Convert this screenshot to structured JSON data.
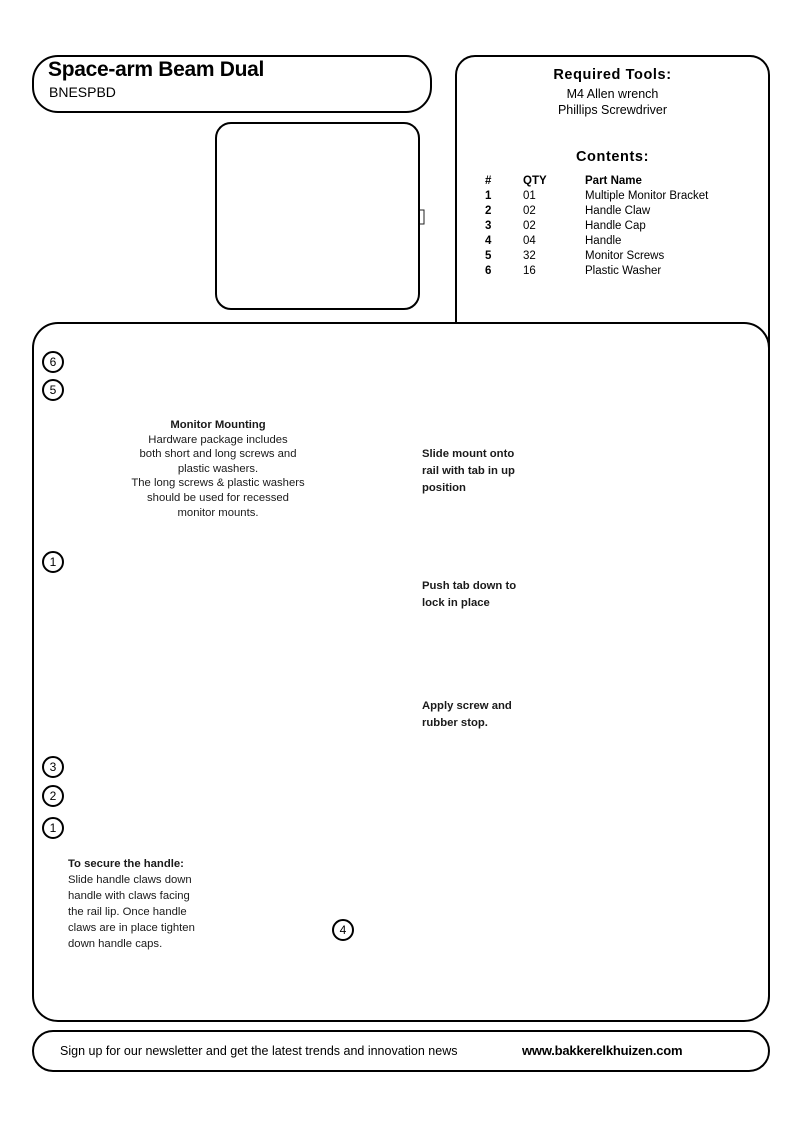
{
  "document": {
    "title": "Space-arm Beam Dual",
    "model_code": "BNESPBD"
  },
  "tools": {
    "heading": "Required Tools:",
    "items": [
      "M4 Allen wrench",
      "Phillips Screwdriver"
    ]
  },
  "contents": {
    "heading": "Contents:",
    "columns": [
      "#",
      "QTY",
      "Part Name"
    ],
    "rows": [
      {
        "num": "1",
        "qty": "01",
        "name": "Multiple Monitor Bracket"
      },
      {
        "num": "2",
        "qty": "02",
        "name": "Handle Claw"
      },
      {
        "num": "3",
        "qty": "02",
        "name": "Handle Cap"
      },
      {
        "num": "4",
        "qty": "04",
        "name": "Handle"
      },
      {
        "num": "5",
        "qty": "32",
        "name": "Monitor Screws"
      },
      {
        "num": "6",
        "qty": "16",
        "name": "Plastic Washer"
      }
    ]
  },
  "instructions": {
    "monitor_mounting": {
      "heading": "Monitor Mounting",
      "line1": "Hardware package includes",
      "line2": "both short and long screws and",
      "line3": "plastic washers.",
      "line4": "The long screws & plastic washers",
      "line5": "should be used for recessed",
      "line6": "monitor mounts."
    },
    "step_slide": "Slide mount onto rail with tab in up position",
    "step_push": "Push tab down to lock in place",
    "step_screw": "Apply screw and rubber stop.",
    "handle": {
      "heading": "To secure the handle:",
      "body": "Slide handle claws down handle with claws facing the rail lip. Once handle claws are in place tighten down handle caps."
    }
  },
  "callouts": {
    "washer": "6",
    "screw": "5",
    "bracket_top": "1",
    "handle_cap": "3",
    "handle_claw": "2",
    "bracket_bottom": "1",
    "handle": "4"
  },
  "footer": {
    "newsletter": "Sign up for our newsletter and get the latest trends and innovation news",
    "url": "www.bakkerelkhuizen.com"
  },
  "colors": {
    "accent_red": "#e8202a",
    "arrow_pink": "#fdeaea",
    "line": "#222222"
  }
}
